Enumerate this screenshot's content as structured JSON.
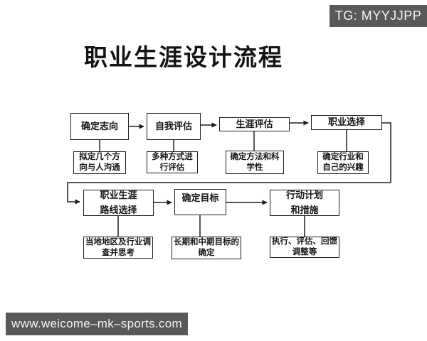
{
  "title": "职业生涯设计流程",
  "badges": {
    "tg": "TG: MYYJJPP",
    "watermark": "www.weicome–mk–sports.com"
  },
  "colors": {
    "badge_bg": "#59595b",
    "badge_text": "#f4f4f4",
    "line": "#1f1f1f",
    "bg": "#ffffff"
  },
  "flowchart": {
    "steps": [
      {
        "label": "确定志向",
        "detail": "拟定几个方\n向与人沟通"
      },
      {
        "label": "自我评估",
        "detail": "多种方式进\n行评估"
      },
      {
        "label": "生涯评估",
        "detail": "确定方法和科\n学性"
      },
      {
        "label": "职业选择",
        "detail": "确定行业和\n自己的兴趣"
      },
      {
        "label": "职业生涯\n路线选择",
        "detail": "当地地区及行业调\n查并思考"
      },
      {
        "label": "确定目标",
        "detail": "长期和中期目标的\n确定"
      },
      {
        "label": "行动计划\n和措施",
        "detail": "执行、评估、回馈\n调整等"
      }
    ]
  }
}
